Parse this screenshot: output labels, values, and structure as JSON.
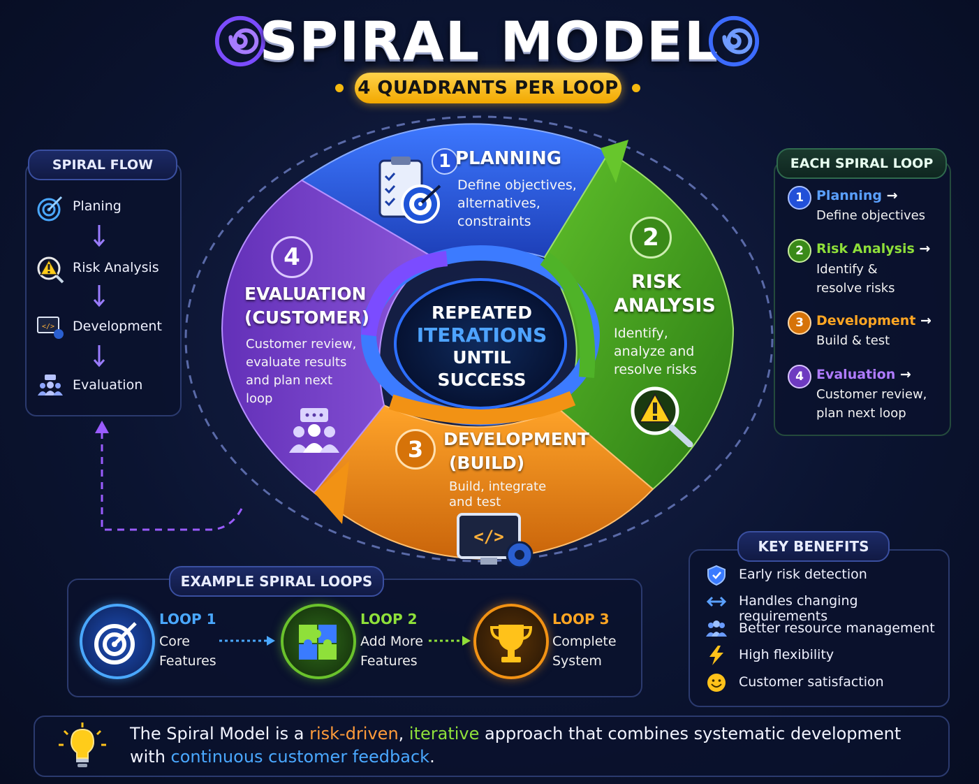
{
  "title": "SPIRAL MODEL",
  "subtitle": "4 QUADRANTS PER LOOP",
  "spiral_flow": {
    "heading": "SPIRAL FLOW",
    "items": [
      {
        "label": "Planing",
        "icon": "target-icon"
      },
      {
        "label": "Risk Analysis",
        "icon": "warning-magnifier-icon"
      },
      {
        "label": "Development",
        "icon": "code-monitor-icon"
      },
      {
        "label": "Evaluation",
        "icon": "people-icon"
      }
    ]
  },
  "center": {
    "line1": "REPEATED",
    "line2": "ITERATIONS",
    "line3": "UNTIL",
    "line4": "SUCCESS"
  },
  "quadrants": {
    "planning": {
      "number": "1",
      "title": "PLANNING",
      "desc": [
        "Define objectives,",
        "alternatives,",
        "constraints"
      ],
      "color": "#2f5fe0"
    },
    "risk": {
      "number": "2",
      "title_1": "RISK",
      "title_2": "ANALYSIS",
      "desc": [
        "Identify,",
        "analyze and",
        "resolve risks"
      ],
      "color": "#3f9a1f"
    },
    "development": {
      "number": "3",
      "title_1": "DEVELOPMENT",
      "title_2": "(BUILD)",
      "desc": [
        "Build, integrate",
        "and test"
      ],
      "color": "#e8860f"
    },
    "evaluation": {
      "number": "4",
      "title_1": "EVALUATION",
      "title_2": "(CUSTOMER)",
      "desc": [
        "Customer review,",
        "evaluate results",
        "and plan next",
        "loop"
      ],
      "color": "#7a44c8"
    }
  },
  "each_loop": {
    "heading": "EACH SPIRAL LOOP",
    "items": [
      {
        "num": "1",
        "title": "Planning",
        "arrow": "→",
        "desc": [
          "Define objectives"
        ],
        "color": "#5aa0ff"
      },
      {
        "num": "2",
        "title": "Risk Analysis",
        "arrow": "→",
        "desc": [
          "Identify &",
          "resolve risks"
        ],
        "color": "#8fe03a"
      },
      {
        "num": "3",
        "title": "Development",
        "arrow": "→",
        "desc": [
          "Build & test"
        ],
        "color": "#ffa623"
      },
      {
        "num": "4",
        "title": "Evaluation",
        "arrow": "→",
        "desc": [
          "Customer review,",
          "plan next loop"
        ],
        "color": "#b07bff"
      }
    ]
  },
  "examples": {
    "heading": "EXAMPLE SPIRAL LOOPS",
    "loops": [
      {
        "label": "LOOP 1",
        "desc": [
          "Core",
          "Features"
        ],
        "icon": "target-icon",
        "color": "#4aa8ff"
      },
      {
        "label": "LOOP 2",
        "desc": [
          "Add More",
          "Features"
        ],
        "icon": "puzzle-icon",
        "color": "#8fe03a"
      },
      {
        "label": "LOOP 3",
        "desc": [
          "Complete",
          "System"
        ],
        "icon": "trophy-icon",
        "color": "#ffa623"
      }
    ]
  },
  "benefits": {
    "heading": "KEY BENEFITS",
    "items": [
      {
        "label": "Early risk detection",
        "icon": "shield-icon"
      },
      {
        "label": "Handles changing requirements",
        "icon": "double-arrow-icon"
      },
      {
        "label": "Better resource management",
        "icon": "people-icon"
      },
      {
        "label": "High flexibility",
        "icon": "lightning-icon"
      },
      {
        "label": "Customer satisfaction",
        "icon": "smiley-icon"
      }
    ]
  },
  "footer": {
    "part1": "The Spiral Model is a ",
    "risk_driven": "risk-driven",
    "comma": ", ",
    "iterative": "iterative",
    "part2": " approach that combines systematic development",
    "part3": "with ",
    "feedback": "continuous customer feedback",
    "period": "."
  }
}
